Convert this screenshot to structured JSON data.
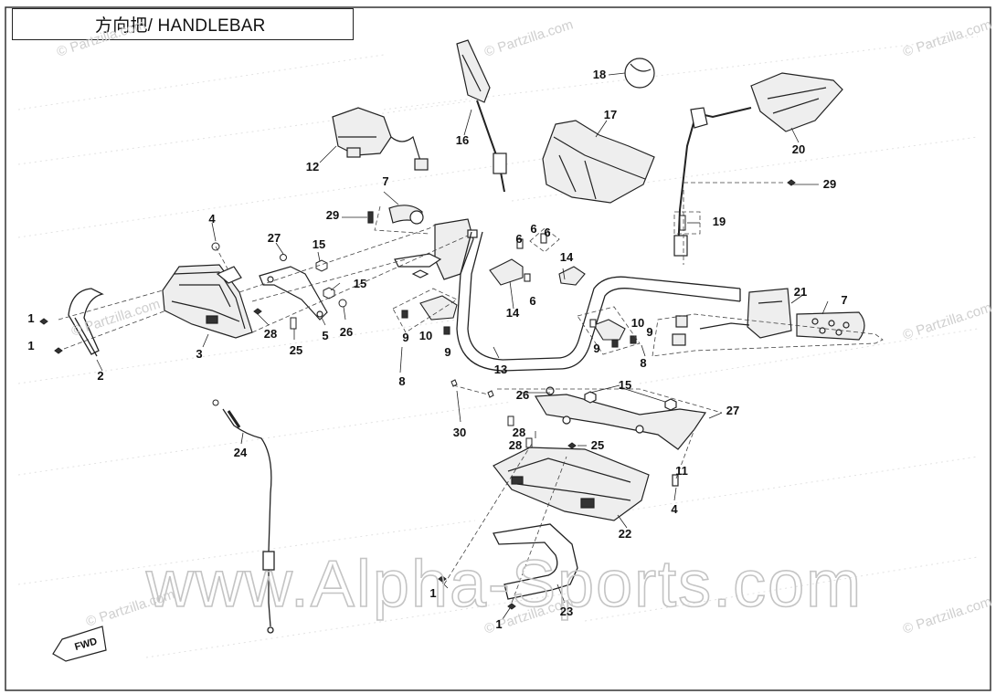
{
  "title": "方向把/ HANDLEBAR",
  "watermark_main": "www.Alpha-Sports.com",
  "watermark_small": "© Partzilla.com",
  "fwd_label": "FWD",
  "callouts": [
    "1",
    "1",
    "2",
    "3",
    "4",
    "27",
    "15",
    "15",
    "5",
    "25",
    "26",
    "28",
    "29",
    "7",
    "12",
    "16",
    "18",
    "17",
    "20",
    "29",
    "19",
    "6",
    "6",
    "6",
    "6",
    "14",
    "14",
    "9",
    "10",
    "9",
    "8",
    "9",
    "10",
    "9",
    "8",
    "13",
    "21",
    "7",
    "26",
    "15",
    "27",
    "28",
    "25",
    "28",
    "11",
    "4",
    "22",
    "30",
    "24",
    "23",
    "1",
    "1"
  ]
}
